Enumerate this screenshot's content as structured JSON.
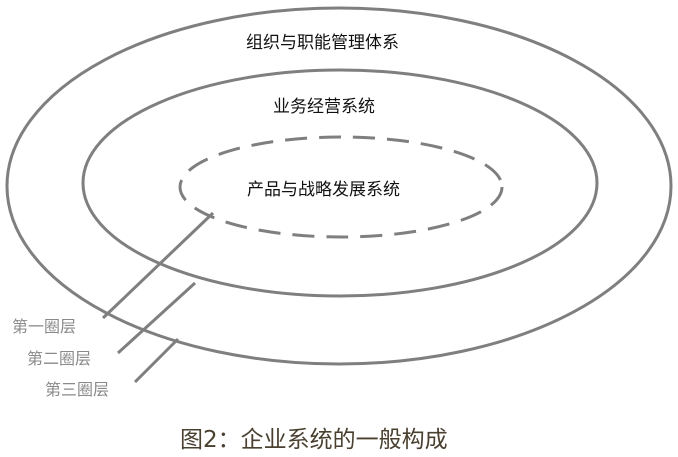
{
  "rings": {
    "outer": "组织与职能管理体系",
    "middle": "业务经营系统",
    "inner": "产品与战略发展系统"
  },
  "layer_labels": [
    "第一圈层",
    "第二圈层",
    "第三圈层"
  ],
  "caption": "图2：企业系统的一般构成",
  "colors": {
    "stroke": "#7f7f7f",
    "label": "#8a8a8a"
  }
}
